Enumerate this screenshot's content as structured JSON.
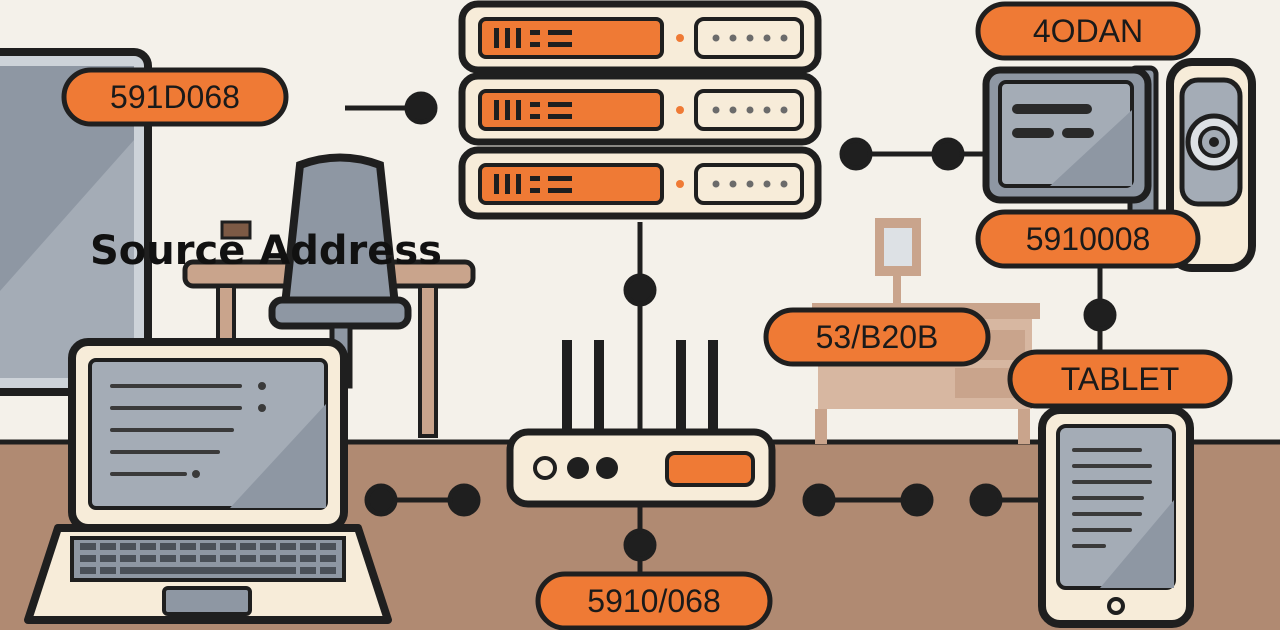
{
  "heading": "Source Address",
  "labels": {
    "top_left": "591D068",
    "top_right": "4ODAN",
    "camera_address": "5910008",
    "desk_address": "53/B20B",
    "tablet": "TABLET",
    "router_address": "5910/068"
  },
  "colors": {
    "background": "#f4f1ea",
    "floor": "#b08a72",
    "accent_orange": "#ef7a35",
    "outline": "#1f1f1f",
    "screen_grey": "#8e97a3",
    "device_cream": "#f7ecd9",
    "furniture_brown": "#c9a48c"
  }
}
